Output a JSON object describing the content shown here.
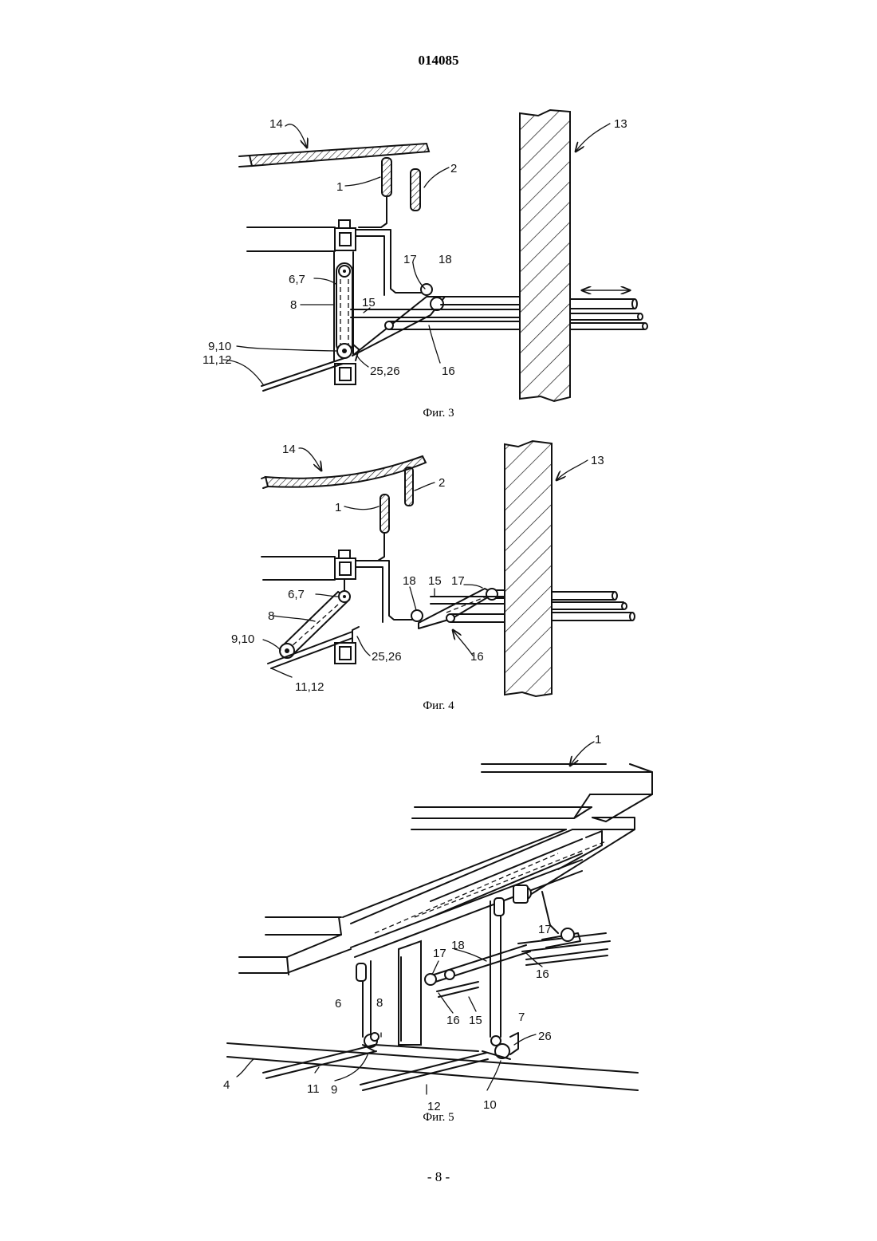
{
  "document": {
    "number": "014085",
    "page": "- 8 -"
  },
  "figures": [
    {
      "caption": "Фиг. 3",
      "labels": {
        "l14": "14",
        "l13": "13",
        "l1": "1",
        "l2": "2",
        "l17": "17",
        "l18": "18",
        "l67": "6,7",
        "l15": "15",
        "l8": "8",
        "l910": "9,10",
        "l1112": "11,12",
        "l2526": "25,26",
        "l16": "16"
      }
    },
    {
      "caption": "Фиг. 4",
      "labels": {
        "l14": "14",
        "l13": "13",
        "l2": "2",
        "l1": "1",
        "l18": "18",
        "l15": "15",
        "l17": "17",
        "l67": "6,7",
        "l8": "8",
        "l910": "9,10",
        "l2526": "25,26",
        "l16": "16",
        "l1112": "11,12"
      }
    },
    {
      "caption": "Фиг. 5",
      "labels": {
        "l1": "1",
        "l17a": "17",
        "l18": "18",
        "l17b": "17",
        "l16a": "16",
        "l6": "6",
        "l8": "8",
        "l16b": "16",
        "l15": "15",
        "l7": "7",
        "l26": "26",
        "l4": "4",
        "l11": "11",
        "l9": "9",
        "l12": "12",
        "l10": "10"
      }
    }
  ]
}
